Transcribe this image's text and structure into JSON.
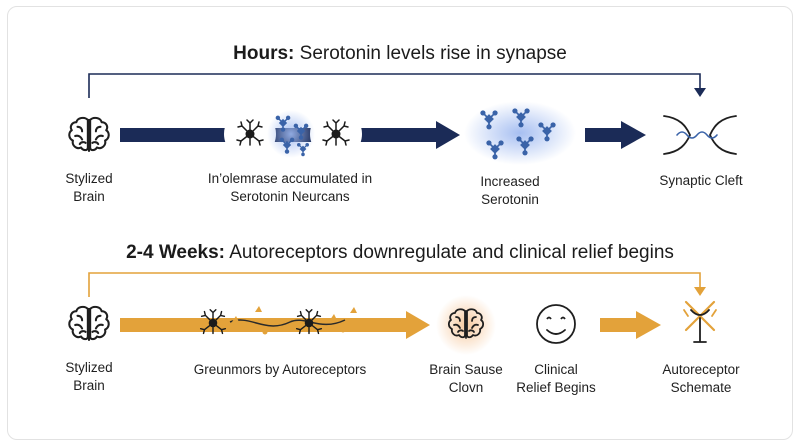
{
  "colors": {
    "navy": "#1b2b57",
    "orange": "#e3a23a",
    "molecule": "#3a63a8",
    "glow_blue": "#9db8f0",
    "glow_orange": "#f6c79a",
    "text": "#1f1f1f"
  },
  "top": {
    "title_bold": "Hours:",
    "title_rest": " Serotonin levels rise in synapse",
    "items": [
      {
        "icon": "brain-icon",
        "line1": "Stylized",
        "line2": "Brain"
      },
      {
        "icon": "serotonin-neurons-icon",
        "line1": "In’olemrase accumulated in",
        "line2": "Serotonin Neurcans"
      },
      {
        "icon": "molecules-icon",
        "line1": "Increased",
        "line2": "Serotonin"
      },
      {
        "icon": "synaptic-cleft-icon",
        "line1": "Synaptic Cleft",
        "line2": ""
      }
    ]
  },
  "bottom": {
    "title_bold": "2-4 Weeks:",
    "title_rest": " Autoreceptors downregulate and clinical relief begins",
    "items": [
      {
        "icon": "brain-icon",
        "line1": "Stylized",
        "line2": "Brain"
      },
      {
        "icon": "autoreceptor-neurons-icon",
        "line1": "Greunmors by Autoreceptors",
        "line2": ""
      },
      {
        "icon": "glowing-brain-icon",
        "line1": "Brain Sause",
        "line2": "Clovn"
      },
      {
        "icon": "smiley-face-icon",
        "line1": "Clinical",
        "line2": "Relief Begins"
      },
      {
        "icon": "autoreceptor-schematic-icon",
        "line1": "Autoreceptor",
        "line2": "Schemate"
      }
    ]
  }
}
